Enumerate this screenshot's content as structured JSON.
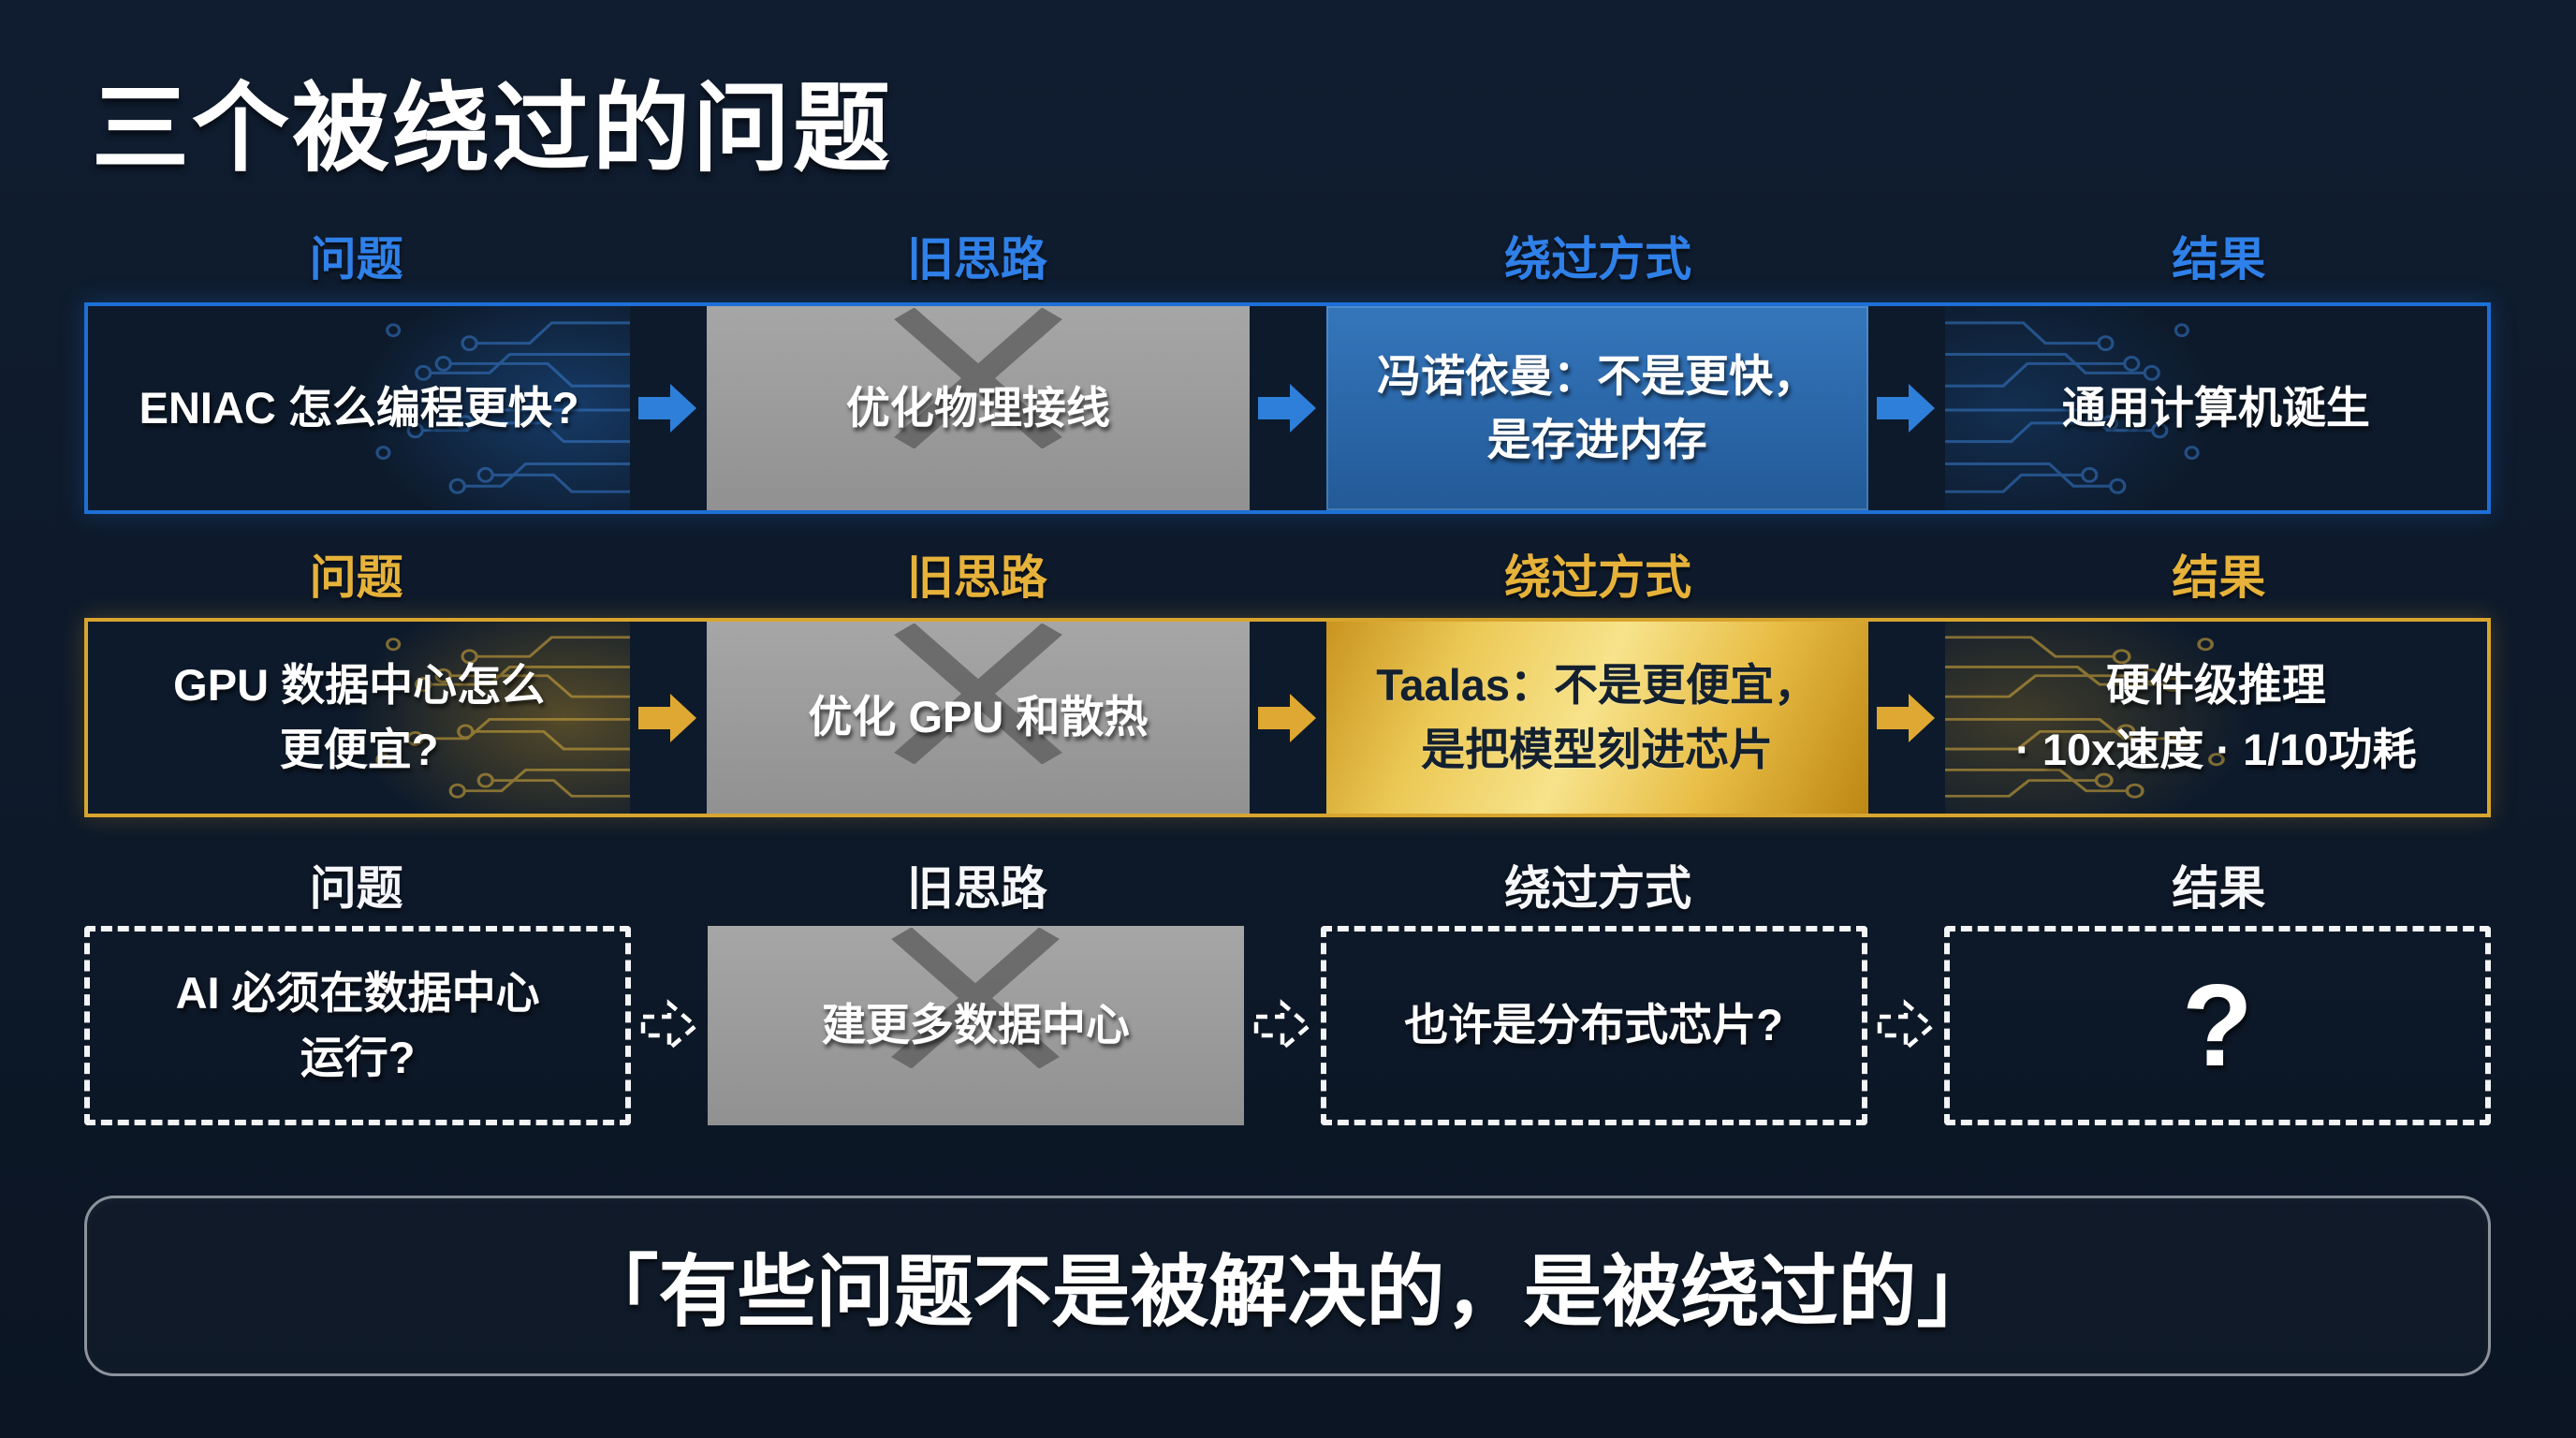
{
  "title": "三个被绕过的问题",
  "column_headers": [
    "问题",
    "旧思路",
    "绕过方式",
    "结果"
  ],
  "rows": [
    {
      "theme": "blue",
      "cells": [
        {
          "lines": [
            "ENIAC 怎么编程更快?"
          ]
        },
        {
          "lines": [
            "优化物理接线"
          ]
        },
        {
          "lines": [
            "冯诺依曼：不是更快，",
            "是存进内存"
          ]
        },
        {
          "lines": [
            "通用计算机诞生"
          ]
        }
      ]
    },
    {
      "theme": "gold",
      "cells": [
        {
          "lines": [
            "GPU 数据中心怎么",
            "更便宜?"
          ]
        },
        {
          "lines": [
            "优化 GPU 和散热"
          ]
        },
        {
          "lines": [
            "Taalas：不是更便宜，",
            "是把模型刻进芯片"
          ]
        },
        {
          "lines": [
            "硬件级推理",
            "· 10x速度 · 1/10功耗"
          ]
        }
      ]
    },
    {
      "theme": "dashed",
      "cells": [
        {
          "lines": [
            "AI 必须在数据中心",
            "运行?"
          ]
        },
        {
          "lines": [
            "建更多数据中心"
          ]
        },
        {
          "lines": [
            "也许是分布式芯片?"
          ]
        },
        {
          "lines": [
            "?"
          ]
        }
      ]
    }
  ],
  "quote": "「有些问题不是被解决的，是被绕过的」",
  "colors": {
    "background": "#0e1a2b",
    "blue_accent": "#2f80e8",
    "blue_border": "#1e6fd6",
    "blue_fill": "#2d6cb2",
    "gold_accent": "#e6b23a",
    "gold_border": "#d8a52e",
    "gold_fill_light": "#f7e38b",
    "gold_fill_dark": "#bd8712",
    "gray_fill": "#9c9c9c",
    "cross_gray": "#5f5f5f",
    "white": "#ffffff"
  }
}
